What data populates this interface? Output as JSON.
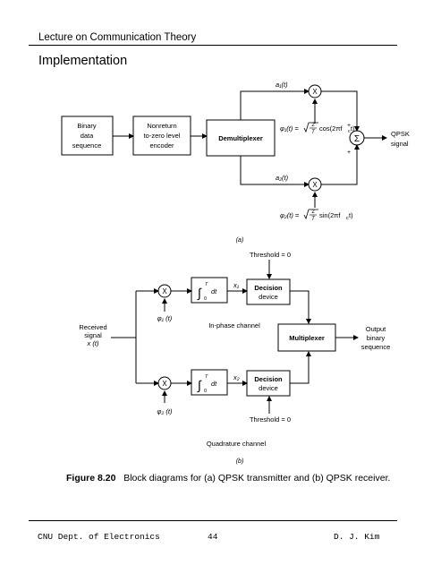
{
  "header": {
    "title": "Lecture on Communication Theory"
  },
  "section": {
    "title": "Implementation"
  },
  "transmitter": {
    "input_label": [
      "Binary",
      "data",
      "sequence"
    ],
    "encoder_label": [
      "Nonreturn",
      "to-zero level",
      "encoder"
    ],
    "demux_label": "Demultiplexer",
    "a1": "a₁(t)",
    "a2": "a₂(t)",
    "phi1_prefix": "φ₁(t) =",
    "phi1_cos": "cos(2πf",
    "phi1_tail": "t)",
    "phi2_prefix": "φ₂(t) =",
    "phi2_sin": "sin(2πf",
    "phi2_tail": "t)",
    "sqrt_num": "2",
    "sqrt_den": "T",
    "fc_sub": "c",
    "multiplier_symbol": "X",
    "sum_symbol": "Σ",
    "plus": "+",
    "output_label": [
      "QPSK",
      "signal"
    ],
    "part_label": "(a)"
  },
  "receiver": {
    "threshold_top": "Threshold = 0",
    "threshold_bottom": "Threshold = 0",
    "input_label": [
      "Received",
      "signal",
      "x (t)"
    ],
    "phi1": "φ₁ (t)",
    "phi2": "φ₂ (t)",
    "integral": "∫",
    "int_upper": "T",
    "int_lower": "0",
    "dt": "dt",
    "x1": "x₁",
    "x2": "x₂",
    "decision_label": [
      "Decision",
      "device"
    ],
    "inphase_label": "In-phase channel",
    "quadrature_label": "Quadrature channel",
    "mux_label": "Multiplexer",
    "output_label": [
      "Output",
      "binary",
      "sequence"
    ],
    "multiplier_symbol": "X",
    "part_label": "(b)"
  },
  "caption": {
    "label": "Figure 8.20",
    "text": "Block diagrams for (a) QPSK transmitter and (b) QPSK receiver."
  },
  "footer": {
    "left": "CNU  Dept. of Electronics",
    "page": "44",
    "right": "D. J. Kim"
  }
}
